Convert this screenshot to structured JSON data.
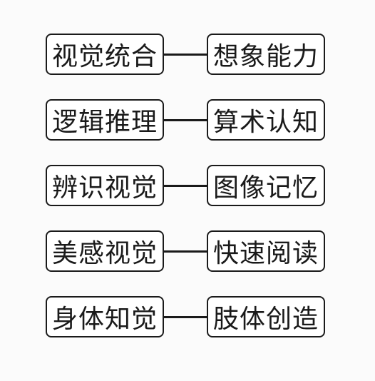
{
  "rows": [
    {
      "left": "视觉统合",
      "right": "想象能力"
    },
    {
      "left": "逻辑推理",
      "right": "算术认知"
    },
    {
      "left": "辨识视觉",
      "right": "图像记忆"
    },
    {
      "left": "美感视觉",
      "right": "快速阅读"
    },
    {
      "left": "身体知觉",
      "right": "肢体创造"
    }
  ]
}
